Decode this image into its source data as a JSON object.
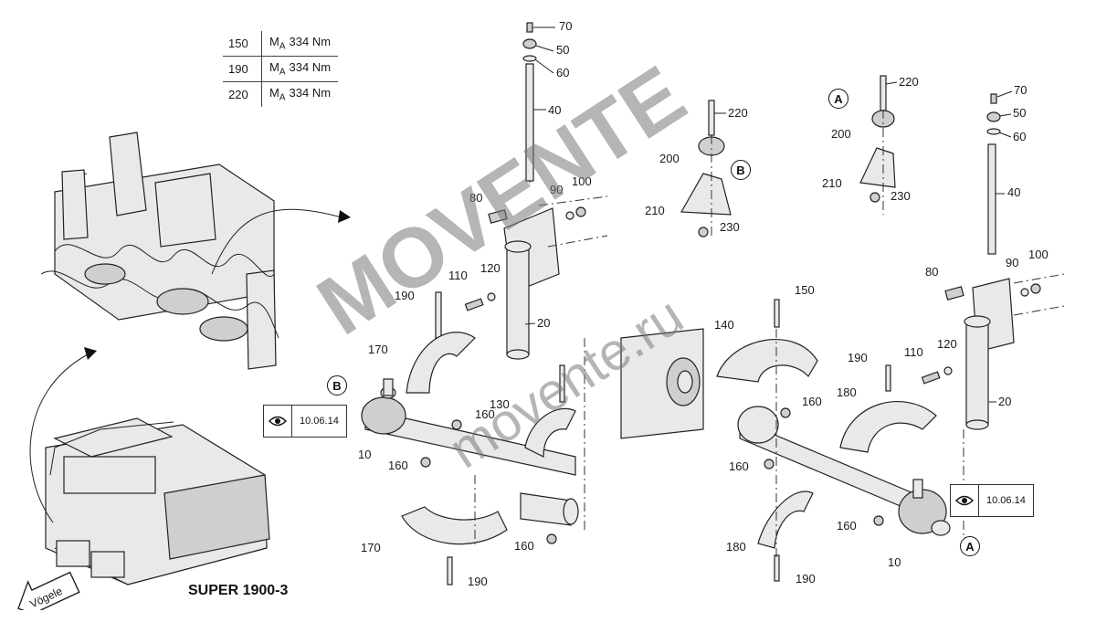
{
  "torque_table": [
    {
      "part": "150",
      "value_prefix": "M",
      "value_sub": "A",
      "value": "334 Nm"
    },
    {
      "part": "190",
      "value_prefix": "M",
      "value_sub": "A",
      "value": "334 Nm"
    },
    {
      "part": "220",
      "value_prefix": "M",
      "value_sub": "A",
      "value": "334 Nm"
    }
  ],
  "model_label": "SUPER 1900-3",
  "brand_arrow_text": "Vögele",
  "reference_boxes": [
    {
      "code": "10.06.14",
      "icon": "eye-icon"
    },
    {
      "code": "10.06.14",
      "icon": "eye-icon"
    }
  ],
  "view_markers": {
    "a": "A",
    "b": "B"
  },
  "watermark": {
    "brand": "MOVENTE",
    "url": "movente.ru"
  },
  "part_labels": {
    "p70": "70",
    "p50": "50",
    "p60": "60",
    "p40": "40",
    "p80": "80",
    "p90": "90",
    "p100": "100",
    "p110": "110",
    "p120": "120",
    "p190": "190",
    "p20": "20",
    "p170": "170",
    "p10": "10",
    "p160": "160",
    "p130": "130",
    "p220": "220",
    "p200": "200",
    "p210": "210",
    "p230": "230",
    "p140": "140",
    "p150": "150",
    "p180": "180"
  }
}
